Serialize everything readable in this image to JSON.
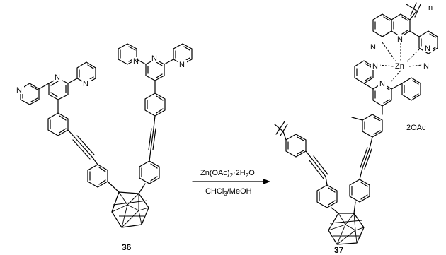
{
  "reaction": {
    "reagent": "Zn(OAc)",
    "reagent_sub": "2",
    "reagent_tail": "·2H",
    "reagent_sub2": "2",
    "reagent_end": "O",
    "solvent": "CHCl",
    "solvent_sub": "3",
    "solvent_end": "/MeOH"
  },
  "reactant": {
    "label": "36",
    "atoms": [
      "N",
      "N",
      "N",
      "N",
      "N",
      "N"
    ]
  },
  "product": {
    "label": "37",
    "atoms": [
      "N",
      "N",
      "N",
      "N",
      "N",
      "N",
      "Zn"
    ],
    "repeat_label": "n",
    "counterion": "2OAc"
  },
  "colors": {
    "ink": "#000000",
    "background": "#ffffff"
  }
}
